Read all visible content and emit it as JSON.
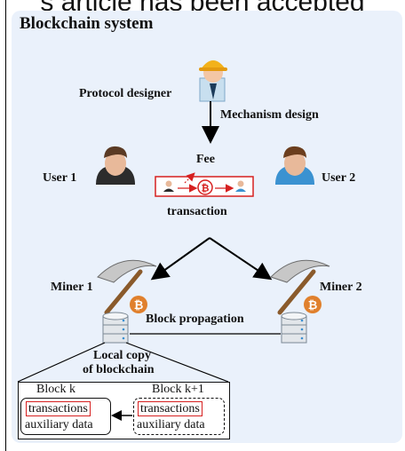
{
  "top_fragment": "s article has been accepted",
  "title": "Blockchain system",
  "protocol_designer": "Protocol designer",
  "mechanism_design": "Mechanism design",
  "fee": "Fee",
  "user1": "User 1",
  "user2": "User 2",
  "transaction": "transaction",
  "miner1": "Miner 1",
  "miner2": "Miner 2",
  "block_propagation": "Block propagation",
  "local_copy_line1": "Local copy",
  "local_copy_line2": "of blockchain",
  "block_k": "Block k",
  "block_k1": "Block k+1",
  "transactions": "transactions",
  "auxiliary": "auxiliary data",
  "colors": {
    "panel": "#eaf1fb",
    "highlight": "#d62020",
    "bitcoin": "#d9782a"
  },
  "icons": [
    "engineer-icon",
    "user-icon",
    "user-blue-icon",
    "bitcoin-icon",
    "pickaxe-icon",
    "database-icon"
  ]
}
